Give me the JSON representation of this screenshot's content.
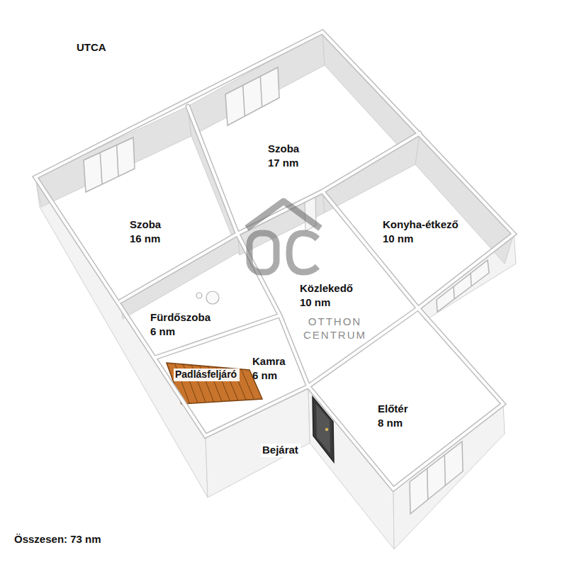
{
  "diagram": {
    "nodes": [
      {
        "text": [
          "Szoba",
          "17 nm"
        ]
      },
      {
        "text": [
          "Szoba",
          "16 nm"
        ]
      },
      {
        "text": [
          "Konyha-étkező",
          "10 nm"
        ]
      },
      {
        "text": [
          "Fürdőszoba",
          "6 nm"
        ]
      },
      {
        "text": [
          "Közlekedő",
          "10 nm"
        ]
      },
      {
        "text": [
          "Kamra",
          "6 nm"
        ]
      },
      {
        "text": [
          "Előtér",
          "8 nm"
        ]
      }
    ],
    "labels": [
      "UTCA",
      "OTTHON CENTRUM",
      "Padlásfeljáró",
      "Bejárat",
      "Összesen: 73 nm"
    ]
  }
}
